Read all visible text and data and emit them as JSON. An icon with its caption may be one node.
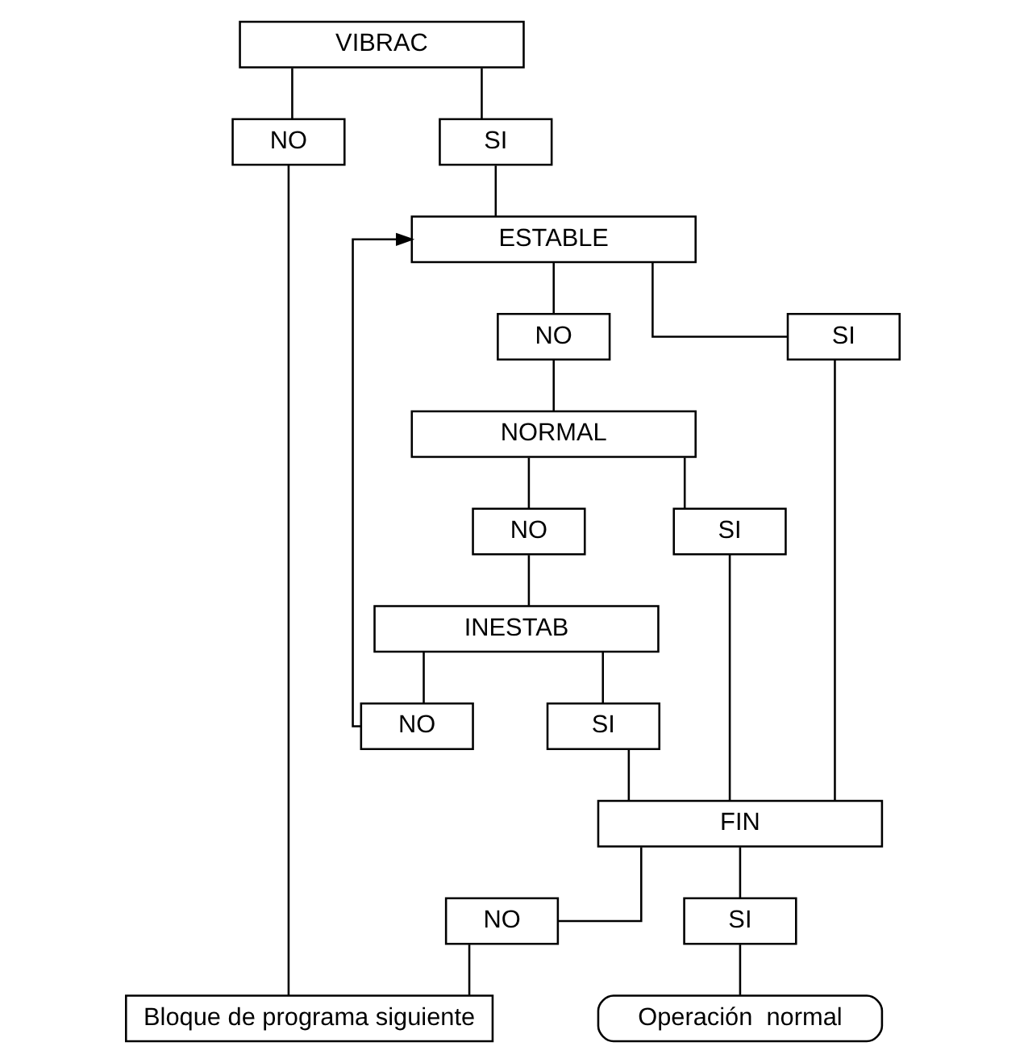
{
  "diagram": {
    "nodes": [
      {
        "text": [
          "VIBRAC"
        ]
      },
      {
        "text": [
          "NO"
        ]
      },
      {
        "text": [
          "SI"
        ]
      },
      {
        "text": [
          "ESTABLE"
        ]
      },
      {
        "text": [
          "NO"
        ]
      },
      {
        "text": [
          "SI"
        ]
      },
      {
        "text": [
          "NORMAL"
        ]
      },
      {
        "text": [
          "NO"
        ]
      },
      {
        "text": [
          "SI"
        ]
      },
      {
        "text": [
          "INESTAB"
        ]
      },
      {
        "text": [
          "NO"
        ]
      },
      {
        "text": [
          "SI"
        ]
      },
      {
        "text": [
          "FIN"
        ]
      },
      {
        "text": [
          "NO"
        ]
      },
      {
        "text": [
          "SI"
        ]
      },
      {
        "text": [
          "Bloque de programa siguiente"
        ]
      },
      {
        "text": [
          "Operación  normal"
        ]
      }
    ],
    "edges": [
      {
        "from": 0,
        "to": 1,
        "arrow": "none"
      },
      {
        "from": 0,
        "to": 2,
        "arrow": "none"
      },
      {
        "from": 2,
        "to": 3,
        "arrow": "none"
      },
      {
        "from": 10,
        "to": 3,
        "arrow": "to"
      },
      {
        "from": 3,
        "to": 4,
        "arrow": "none"
      },
      {
        "from": 3,
        "to": 5,
        "arrow": "none"
      },
      {
        "from": 4,
        "to": 6,
        "arrow": "none"
      },
      {
        "from": 6,
        "to": 7,
        "arrow": "none"
      },
      {
        "from": 6,
        "to": 8,
        "arrow": "none"
      },
      {
        "from": 7,
        "to": 9,
        "arrow": "none"
      },
      {
        "from": 9,
        "to": 10,
        "arrow": "none"
      },
      {
        "from": 9,
        "to": 11,
        "arrow": "none"
      },
      {
        "from": 5,
        "to": 12,
        "arrow": "none"
      },
      {
        "from": 8,
        "to": 12,
        "arrow": "none"
      },
      {
        "from": 11,
        "to": 12,
        "arrow": "none"
      },
      {
        "from": 12,
        "to": 13,
        "arrow": "none"
      },
      {
        "from": 12,
        "to": 14,
        "arrow": "none"
      },
      {
        "from": 1,
        "to": 15,
        "arrow": "none"
      },
      {
        "from": 13,
        "to": 15,
        "arrow": "none"
      },
      {
        "from": 14,
        "to": 16,
        "arrow": "none"
      }
    ]
  }
}
